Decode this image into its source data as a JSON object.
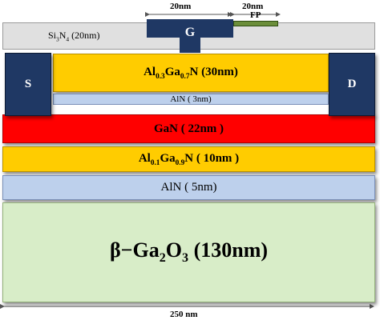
{
  "diagram": {
    "layers": {
      "si3n4": {
        "base": "Si",
        "s1": "3",
        "mid": "N",
        "s2": "4",
        "rest": " (20nm)"
      },
      "barrier": {
        "a": "Al",
        "a_sub": "0.3",
        "b": "Ga",
        "b_sub": "0.7",
        "rest": "N (30nm)"
      },
      "aln_spacer": "AlN ( 3nm)",
      "gan": "GaN ( 22nm )",
      "back_barrier": {
        "a": "Al",
        "a_sub": "0.1",
        "b": "Ga",
        "b_sub": "0.9",
        "rest": "N ( 10nm )"
      },
      "aln_nucleation": "AlN ( 5nm)",
      "substrate": {
        "prefix": "β−Ga",
        "s1": "2",
        "mid": "O",
        "s2": "3",
        "rest": " (130nm)"
      }
    },
    "electrodes": {
      "source": "S",
      "drain": "D",
      "gate": "G"
    },
    "dimensions": {
      "gate_length": "20nm",
      "fp_length": "20nm",
      "fp_label": "FP",
      "device_width": "250 nm"
    },
    "colors": {
      "electrode": "#1f3864",
      "si3n4": "#e0e0e0",
      "algan": "#ffcc00",
      "aln": "#bdd0ec",
      "gan": "#ff0000",
      "substrate": "#d8edc8",
      "field_plate": "#6b8e3a"
    }
  }
}
